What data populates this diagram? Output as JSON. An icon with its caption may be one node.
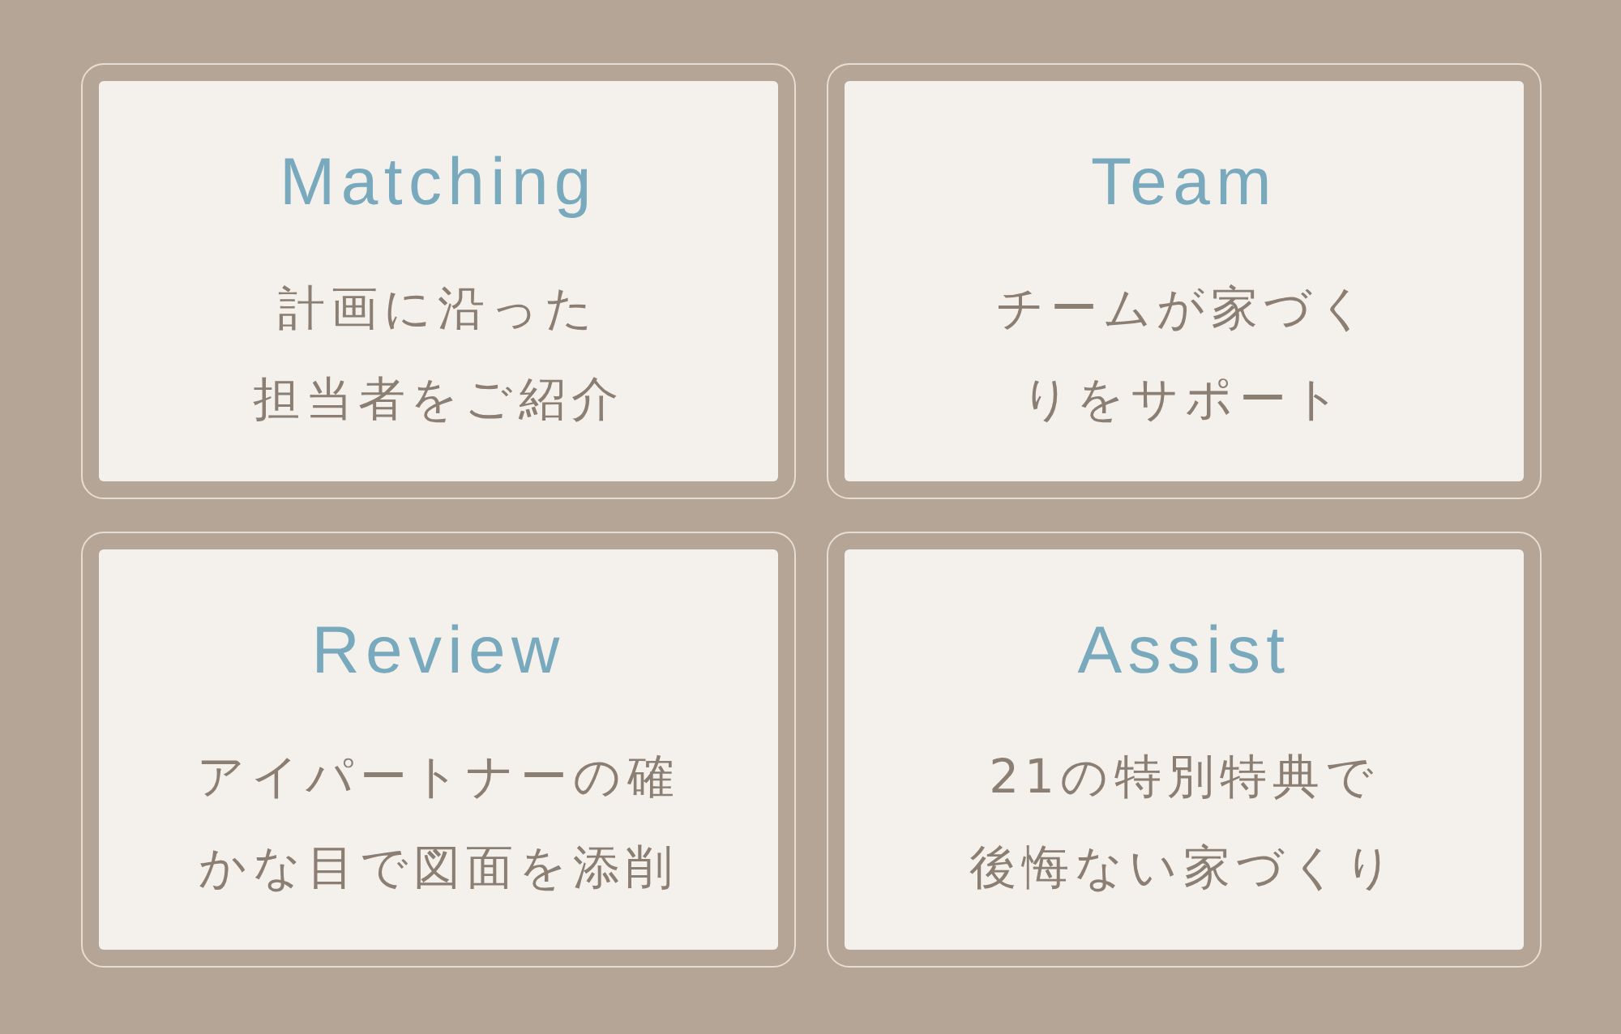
{
  "diagram": {
    "nodes": [
      {
        "text": [
          "Matching",
          "計画に沿った担当者をご紹介"
        ]
      },
      {
        "text": [
          "Team",
          "チームが家づくりをサポート"
        ]
      },
      {
        "text": [
          "Review",
          "アイパートナーの確かな目で図面を添削"
        ]
      },
      {
        "text": [
          "Assist",
          "21の特別特典で後悔ない家づくり"
        ]
      }
    ]
  }
}
